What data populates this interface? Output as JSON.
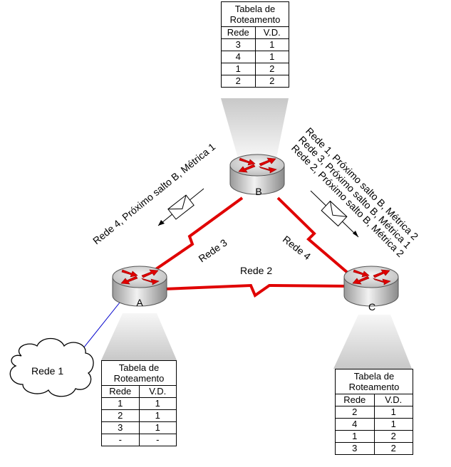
{
  "routers": {
    "a": "A",
    "b": "B",
    "c": "C"
  },
  "links": {
    "rede1": "Rede 1",
    "rede2": "Rede 2",
    "rede3": "Rede 3",
    "rede4": "Rede 4"
  },
  "messages": {
    "to_a": "Rede 4, Próximo salto B, Métrica 1",
    "to_c": [
      "Rede 1, Próximo salto B, Métrica 2",
      "Rede 3, Próximo salto B, Métrica 1",
      "Rede 2, Próximo salto B, Métrica 2"
    ]
  },
  "tables": {
    "b": {
      "title": "Tabela de Roteamento",
      "headers": [
        "Rede",
        "V.D."
      ],
      "rows": [
        [
          "3",
          "1"
        ],
        [
          "4",
          "1"
        ],
        [
          "1",
          "2"
        ],
        [
          "2",
          "2"
        ]
      ]
    },
    "a": {
      "title": "Tabela de Roteamento",
      "headers": [
        "Rede",
        "V.D."
      ],
      "rows": [
        [
          "1",
          "1"
        ],
        [
          "2",
          "1"
        ],
        [
          "3",
          "1"
        ],
        [
          "-",
          "-"
        ]
      ]
    },
    "c": {
      "title": "Tabela de Roteamento",
      "headers": [
        "Rede",
        "V.D."
      ],
      "rows": [
        [
          "2",
          "1"
        ],
        [
          "4",
          "1"
        ],
        [
          "1",
          "2"
        ],
        [
          "3",
          "2"
        ]
      ]
    }
  },
  "colors": {
    "link": "#e00000",
    "cable": "#0000cc",
    "router_body": "#c8c8c8",
    "router_arrows": "#e00000"
  }
}
